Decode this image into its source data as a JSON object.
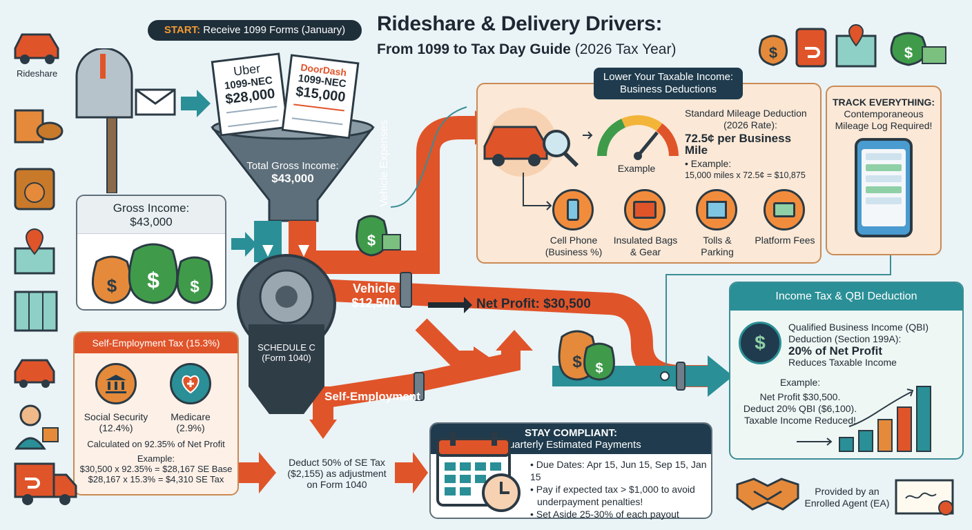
{
  "start_banner": {
    "keyword": "START:",
    "text": "Receive 1099 Forms (January)"
  },
  "title": {
    "line1": "Rideshare & Delivery Drivers:",
    "line2_bold": "From 1099 to Tax Day Guide",
    "line2_light": "(2026 Tax Year)"
  },
  "sidebar": {
    "rideshare_label": "Rideshare"
  },
  "forms": {
    "uber": {
      "brand": "Uber",
      "form": "1099-NEC",
      "amount": "$28,000"
    },
    "doordash": {
      "brand": "DoorDash",
      "form": "1099-NEC",
      "amount": "$15,000"
    }
  },
  "funnel": {
    "label": "Total Gross Income:",
    "amount": "$43,000"
  },
  "gross_income": {
    "label": "Gross Income:",
    "amount": "$43,000"
  },
  "schedule_c": {
    "line1": "SCHEDULE C",
    "line2": "(Form 1040)"
  },
  "vehicle_flow": {
    "label": "Vehicle",
    "amount": "$12,500"
  },
  "vehicle_expenses_label": "Vehicle Expenses",
  "net_profit": "Net Profit: $30,500",
  "self_employment_label": "Self-Employment",
  "deductions": {
    "header_line1": "Lower Your Taxable Income:",
    "header_line2": "Business Deductions",
    "mileage_title": "Standard Mileage Deduction",
    "mileage_rate_label": "(2026 Rate):",
    "mileage_rate": "72.5¢ per Business Mile",
    "example_label": "• Example:",
    "example_calc": "15,000 miles x 72.5¢ = $10,875",
    "gauge_label": "Example",
    "items": [
      {
        "line1": "Cell Phone",
        "line2": "(Business %)"
      },
      {
        "line1": "Insulated Bags",
        "line2": "& Gear"
      },
      {
        "line1": "Tolls &",
        "line2": "Parking"
      },
      {
        "line1": "Platform Fees",
        "line2": ""
      }
    ]
  },
  "track": {
    "title": "TRACK EVERYTHING:",
    "line1": "Contemporaneous",
    "line2": "Mileage Log Required!"
  },
  "se_tax": {
    "header": "Self-Employment Tax (15.3%)",
    "ss_line1": "Social Security",
    "ss_line2": "(12.4%)",
    "med_line1": "Medicare",
    "med_line2": "(2.9%)",
    "calc": "Calculated on 92.35% of Net Profit",
    "example": "Example:",
    "ex1": "$30,500 x 92.35% = $28,167 SE Base",
    "ex2": "$28,167 x 15.3% = $4,310 SE Tax"
  },
  "deduct_half": {
    "line1": "Deduct 50% of SE Tax",
    "line2": "($2,155) as adjustment",
    "line3": "on Form 1040"
  },
  "compliance": {
    "title1": "STAY COMPLIANT:",
    "title2": "Quarterly Estimated Payments",
    "b1": "• Due Dates: Apr 15, Jun 15, Sep 15, Jan 15",
    "b2a": "• Pay if expected tax > $1,000 to avoid",
    "b2b": "underpayment penalties!",
    "b3": "• Set Aside 25-30% of each payout"
  },
  "qbi": {
    "header": "Income Tax & QBI Deduction",
    "l1": "Qualified Business Income (QBI)",
    "l2": "Deduction (Section 199A):",
    "l3": "20% of Net Profit",
    "l4": "Reduces Taxable Income",
    "ex": "Example:",
    "e1": "Net Profit $30,500.",
    "e2": "Deduct 20% QBI ($6,100).",
    "e3": "Taxable Income Reduced!"
  },
  "provider": {
    "line1": "Provided by an",
    "line2": "Enrolled Agent (EA)"
  },
  "colors": {
    "orange": "#e0542a",
    "teal": "#2a8f96",
    "navy": "#1f3b4d",
    "green": "#3f9b4a",
    "money_orange": "#e58a3a"
  }
}
